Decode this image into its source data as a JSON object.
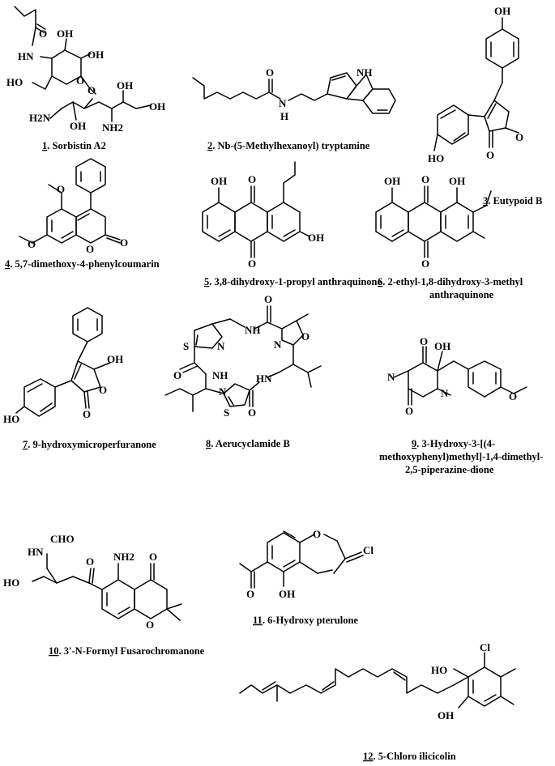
{
  "compounds": [
    {
      "number": "1",
      "name": "Sorbistin A2"
    },
    {
      "number": "2",
      "name": "Nb-(5-Methylhexanoyl) tryptamine"
    },
    {
      "number": "3",
      "name": "Eutypoid B"
    },
    {
      "number": "4",
      "name": "5,7-dimethoxy-4-phenylcoumarin"
    },
    {
      "number": "5",
      "name": "3,8-dihydroxy-1-propyl anthraquinone"
    },
    {
      "number": "6",
      "name_lines": [
        "2-ethyl-1,8-dihydroxy-3-methyl",
        "anthraquinone"
      ]
    },
    {
      "number": "7",
      "name": "9-hydroxymicroperfuranone"
    },
    {
      "number": "8",
      "name": "Aerucyclamide B"
    },
    {
      "number": "9",
      "name_lines": [
        "3-Hydroxy-3-[(4-",
        "methoxyphenyl)methyl]-1,4-dimethyl-",
        "2,5-piperazine-dione"
      ]
    },
    {
      "number": "10",
      "name": "3'-N-Formyl Fusarochromanone"
    },
    {
      "number": "11",
      "name": "6-Hydroxy pterulone"
    },
    {
      "number": "12",
      "name": "5-Chloro ilicicolin"
    }
  ],
  "atoms": {
    "oh": "OH",
    "ho": "HO",
    "o": "O",
    "n": "N",
    "s": "S",
    "h": "H",
    "hn": "HN",
    "nh": "NH",
    "h2n": "H2N",
    "nh2": "NH2",
    "cl": "Cl",
    "cho": "CHO"
  }
}
